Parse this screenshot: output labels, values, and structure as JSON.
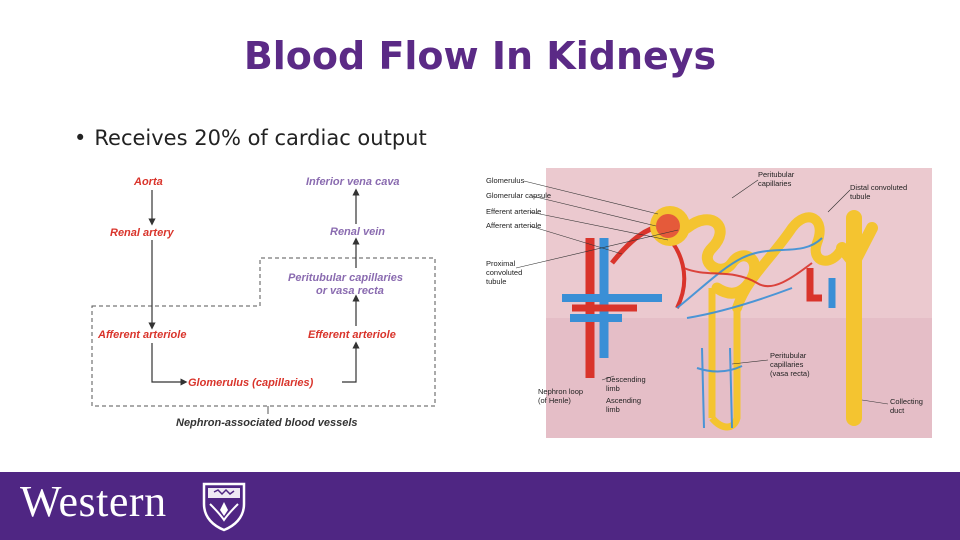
{
  "slide": {
    "title": "Blood Flow In Kidneys",
    "bullet": "Receives 20% of cardiac output"
  },
  "flowchart": {
    "aorta": "Aorta",
    "renal_artery": "Renal artery",
    "afferent": "Afferent arteriole",
    "glomerulus": "Glomerulus (capillaries)",
    "efferent": "Efferent arteriole",
    "peritubular_1": "Peritubular capillaries",
    "peritubular_2": "or vasa recta",
    "renal_vein": "Renal vein",
    "ivc": "Inferior vena cava",
    "caption": "Nephron-associated blood vessels"
  },
  "nephron_labels": {
    "glomerulus": "Glomerulus",
    "glomerular_capsule": "Glomerular capsule",
    "efferent": "Efferent arteriole",
    "afferent": "Afferent arteriole",
    "proximal_1": "Proximal",
    "proximal_2": "convoluted",
    "proximal_3": "tubule",
    "peritubular_top_1": "Peritubular",
    "peritubular_top_2": "capillaries",
    "distal_1": "Distal convoluted",
    "distal_2": "tubule",
    "peritubular_mid_1": "Peritubular",
    "peritubular_mid_2": "capillaries",
    "peritubular_mid_3": "(vasa recta)",
    "loop_1": "Nephron loop",
    "loop_2": "(of Henle)",
    "descending_1": "Descending",
    "descending_2": "limb",
    "ascending_1": "Ascending",
    "ascending_2": "limb",
    "collecting_1": "Collecting",
    "collecting_2": "duct"
  },
  "footer": {
    "logo": "Western"
  },
  "colors": {
    "accent": "#4f2683",
    "title": "#5b2a86",
    "artery": "#d9342b",
    "vein": "#3a8fd6",
    "tubule": "#f4c430"
  }
}
